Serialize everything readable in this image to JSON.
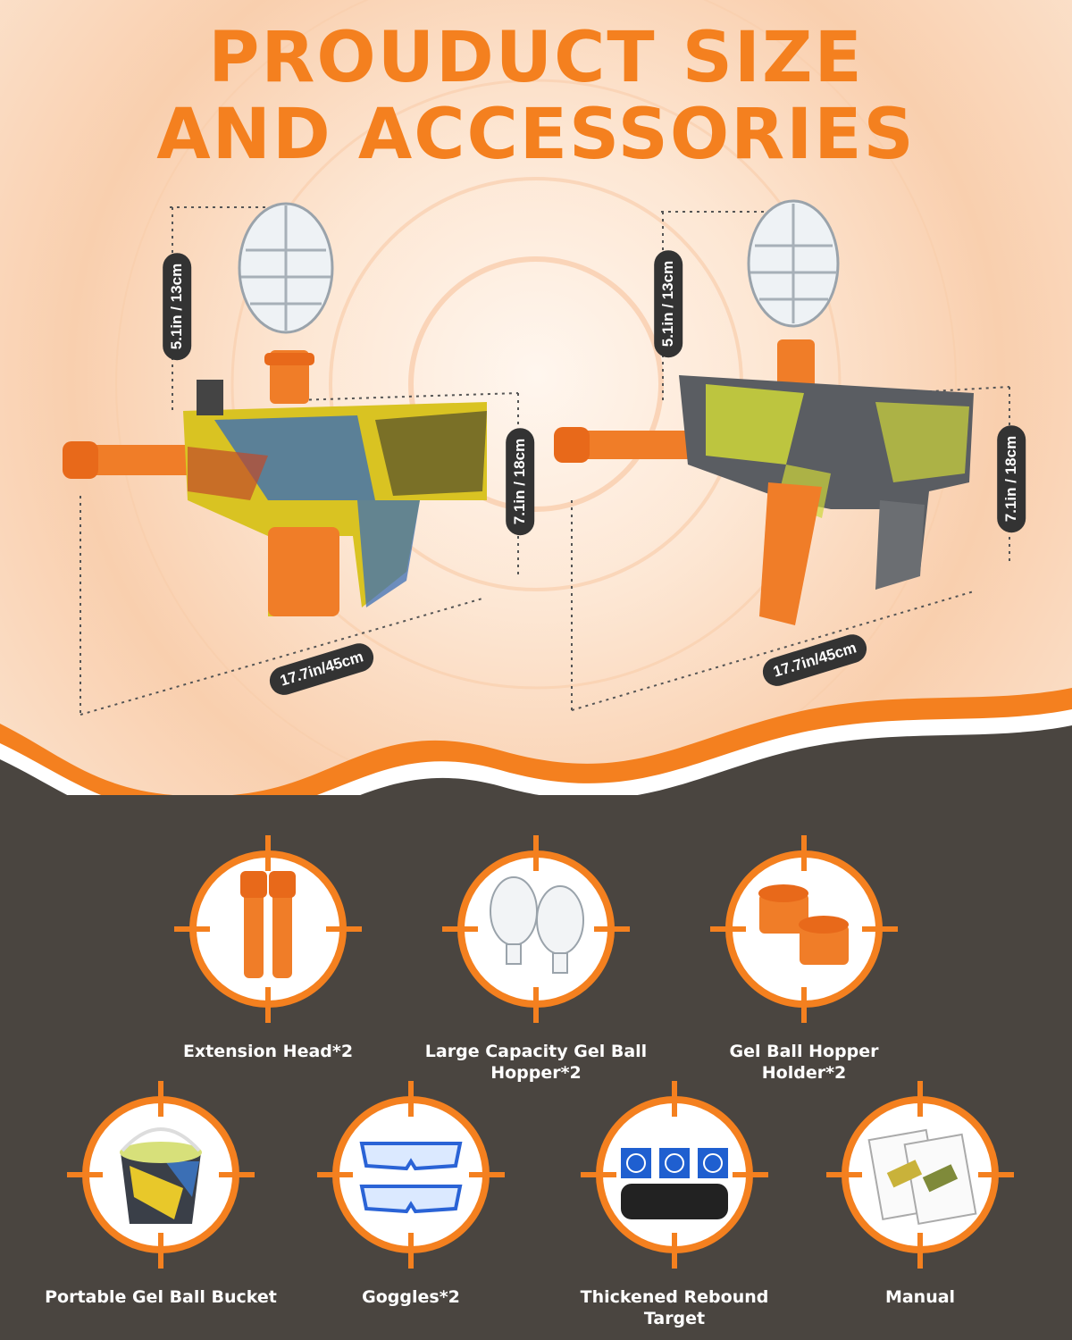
{
  "header": {
    "title_line1": "PROUDUCT SIZE",
    "title_line2": "AND ACCESSORIES"
  },
  "product_left": {
    "hopper_height": "5.1in / 13cm",
    "body_height": "7.1in / 18cm",
    "length": "17.7in/45cm"
  },
  "product_right": {
    "hopper_height": "5.1in / 13cm",
    "body_height": "7.1in / 18cm",
    "length": "17.7in/45cm"
  },
  "accessories": [
    {
      "label": "Extension Head*2",
      "icon": "extension-head-icon"
    },
    {
      "label": "Large Capacity Gel Ball Hopper*2",
      "icon": "gel-ball-hopper-icon"
    },
    {
      "label": "Gel Ball Hopper Holder*2",
      "icon": "hopper-holder-icon"
    },
    {
      "label": "Portable Gel Ball Bucket",
      "icon": "ball-bucket-icon"
    },
    {
      "label": "Goggles*2",
      "icon": "goggles-icon"
    },
    {
      "label": "Thickened Rebound Target",
      "icon": "rebound-target-icon"
    },
    {
      "label": "Manual",
      "icon": "manual-icon"
    }
  ],
  "colors": {
    "accent": "#f4801f",
    "dark_bg": "#4a4540",
    "light_bg": "#fbe3cf"
  }
}
